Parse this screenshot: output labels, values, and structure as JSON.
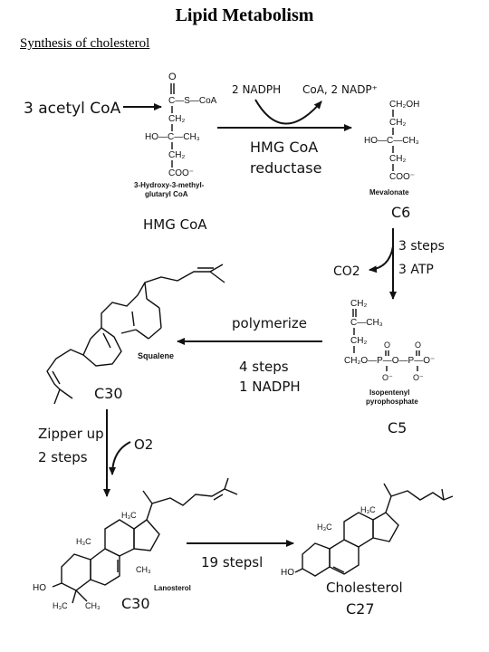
{
  "title": "Lipid Metabolism",
  "subtitle": "Synthesis of cholesterol",
  "step1": {
    "reactant": "3 acetyl CoA",
    "cofactor_in": "2 NADPH",
    "cofactor_out": "CoA, 2 NADP⁺",
    "enzyme_line1": "HMG CoA",
    "enzyme_line2": "reductase",
    "hmg_name_line1": "3-Hydroxy-3-methyl-",
    "hmg_name_line2": "glutaryl CoA",
    "hmg_label": "HMG CoA",
    "product_name": "Mevalonate",
    "product_carbons": "C6"
  },
  "step2": {
    "steps": "3 steps",
    "atp": "3 ATP",
    "released": "CO2",
    "product_name_line1": "Isopentenyl",
    "product_name_line2": "pyrophosphate",
    "product_carbons": "C5"
  },
  "step3": {
    "action": "polymerize",
    "steps": "4 steps",
    "nadph": "1 NADPH",
    "product_name": "Squalene",
    "product_carbons": "C30"
  },
  "step4": {
    "action_line1": "Zipper up",
    "action_line2": "2 steps",
    "oxygen": "O2",
    "product_name": "Lanosterol",
    "product_carbons": "C30"
  },
  "step5": {
    "steps": "19 stepsl",
    "product_name": "Cholesterol",
    "product_carbons": "C27"
  },
  "chem": {
    "hmg": {
      "o": "O",
      "l1": "C—S—CoA",
      "l2": "CH₂",
      "l3": "HO—C—CH₃",
      "l4": "CH₂",
      "l5": "COO⁻"
    },
    "mev": {
      "l1": "CH₂OH",
      "l2": "CH₂",
      "l3": "HO—C—CH₃",
      "l4": "CH₂",
      "l5": "COO⁻"
    },
    "ipp": {
      "l1": "CH₂",
      "l2": "C—CH₃",
      "l3": "CH₂",
      "l4": "CH₂O—P—O—P—O⁻",
      "o1": "O",
      "o2": "O",
      "om1": "O⁻",
      "om2": "O⁻"
    },
    "lano": {
      "ho": "HO",
      "h3c_a": "H₃C",
      "h3c_b": "H₃C",
      "h3c_c": "H₃C",
      "ch3_a": "CH₃",
      "ch3_b": "CH₃"
    },
    "chol": {
      "ho": "HO",
      "h3c_a": "H₃C",
      "h3c_b": "H₃C"
    }
  }
}
